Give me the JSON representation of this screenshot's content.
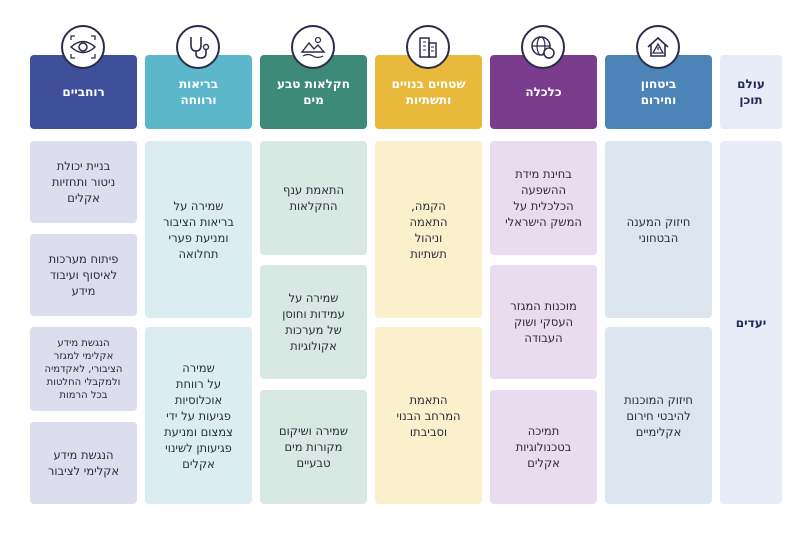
{
  "row_labels": {
    "header": "עולם\nתוכן",
    "goals": "יעדים"
  },
  "columns": [
    {
      "key": "security",
      "title": "ביטחון\nוחירום",
      "icon": "shield-house-alert-icon",
      "color": "#4c84b8",
      "cell_color": "#dde6ef",
      "cells": [
        "חיזוק המענה\nהבטחוני",
        "חיזוק המוכנות\nלהיבטי חירום\nאקלימיים"
      ]
    },
    {
      "key": "economy",
      "title": "כלכלה",
      "icon": "globe-coin-icon",
      "color": "#7a3c8c",
      "cell_color": "#e8dcee",
      "cells": [
        "בחינת מידת\nההשפעה\nהכלכלית על\nהמשק הישראלי",
        "מוכנות המגזר\nהעסקי ושוק\nהעבודה",
        "תמיכה\nבטכנולוגיות\nאקלים"
      ]
    },
    {
      "key": "built",
      "title": "שטחים בנויים\nותשתיות",
      "icon": "buildings-icon",
      "color": "#e8b93a",
      "cell_color": "#fbf0cc",
      "cells": [
        "הקמה,\nהתאמה\nוניהול\nתשתיות",
        "התאמת\nהמרחב הבנוי\nוסביבתו"
      ]
    },
    {
      "key": "nature",
      "title": "חקלאות טבע\nמים",
      "icon": "nature-landscape-icon",
      "color": "#3e8a78",
      "cell_color": "#d8e8e3",
      "cells": [
        "התאמת ענף\nהחקלאות",
        "שמירה על\nעמידות וחוסן\nשל מערכות\nאקולוגיות",
        "שמירה ושיקום\nמקורות מים\nטבעיים"
      ]
    },
    {
      "key": "health",
      "title": "בריאות\nורווחה",
      "icon": "stethoscope-icon",
      "color": "#5bb7c9",
      "cell_color": "#dcedf1",
      "cells": [
        "שמירה על\nבריאות הציבור\nומניעת פערי\nתחלואה",
        "שמירה\nעל רווחת\nאוכלוסיות\nפגיעות על ידי\nצמצום ומניעת\nפגיעותן לשינוי\nאקלים"
      ]
    },
    {
      "key": "crosscutting",
      "title": "רוחביים",
      "icon": "eye-target-icon",
      "color": "#3f4f9a",
      "cell_color": "#dcdeee",
      "cells": [
        "בניית יכולת\nניטור ותחזיות\nאקלים",
        "פיתוח מערכות\nלאיסוף ועיבוד\nמידע",
        "הנגשת מידע\nאקלימי למגזר\nהציבורי, לאקדמיה\nולמקבלי החלטות\nבכל הרמות",
        "הנגשת מידע\nאקלימי לציבור"
      ]
    }
  ]
}
